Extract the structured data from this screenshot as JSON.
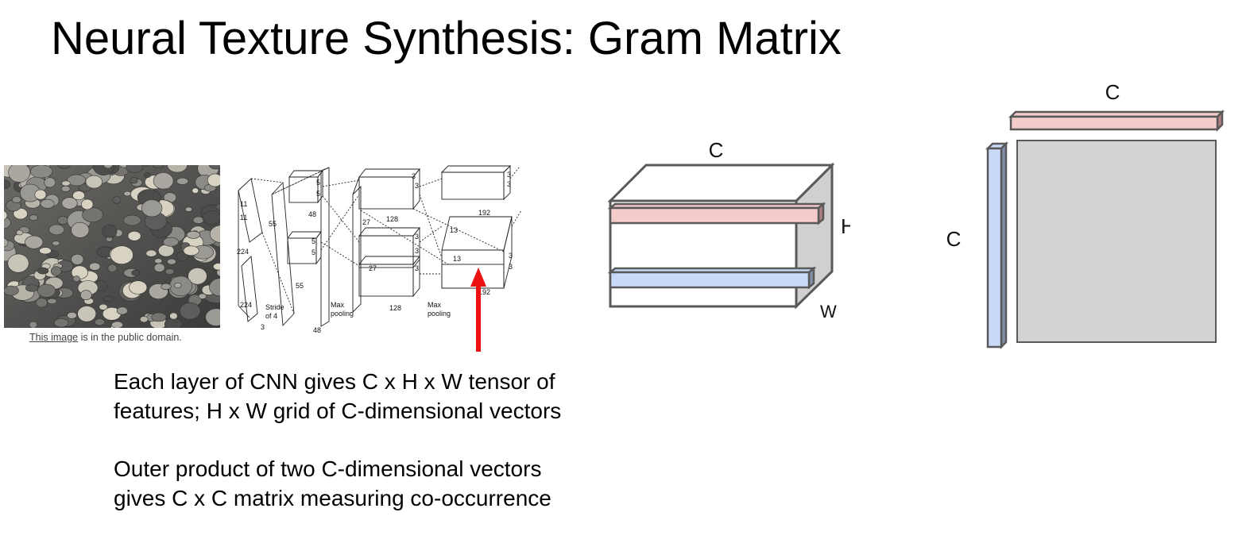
{
  "slide": {
    "title": "Neural Texture Synthesis: Gram Matrix"
  },
  "photo_caption": {
    "link_text": "This image",
    "rest_text": " is in the public domain."
  },
  "cnn_diagram": {
    "labels": [
      "11",
      "11",
      "224",
      "224",
      "3",
      "Stride of 4",
      "55",
      "55",
      "5",
      "5",
      "48",
      "48",
      "5",
      "5",
      "27",
      "128",
      "27",
      "3",
      "3",
      "128",
      "3",
      "3",
      "3",
      "Max pooling",
      "13",
      "3",
      "3",
      "13",
      "192",
      "192",
      "3",
      "3",
      "Max pooling"
    ]
  },
  "body_text": {
    "para1_line1": "Each layer of CNN gives C x H x W tensor of",
    "para1_line2": "features; H x W grid of C-dimensional vectors",
    "para2_line1": "Outer product of two C-dimensional vectors",
    "para2_line2": "gives C x C matrix measuring co-occurrence"
  },
  "tensor_diagram": {
    "label_c": "C",
    "label_h": "H",
    "label_w": "W"
  },
  "gram_diagram": {
    "label_top": "C",
    "label_left": "C"
  },
  "colors": {
    "red_vector": "#f4cccc",
    "blue_vector": "#c9daf8",
    "tensor_side": "#d0d0d0",
    "matrix_fill": "#d3d3d3",
    "outline": "#595959",
    "arrow": "#ee1111"
  }
}
